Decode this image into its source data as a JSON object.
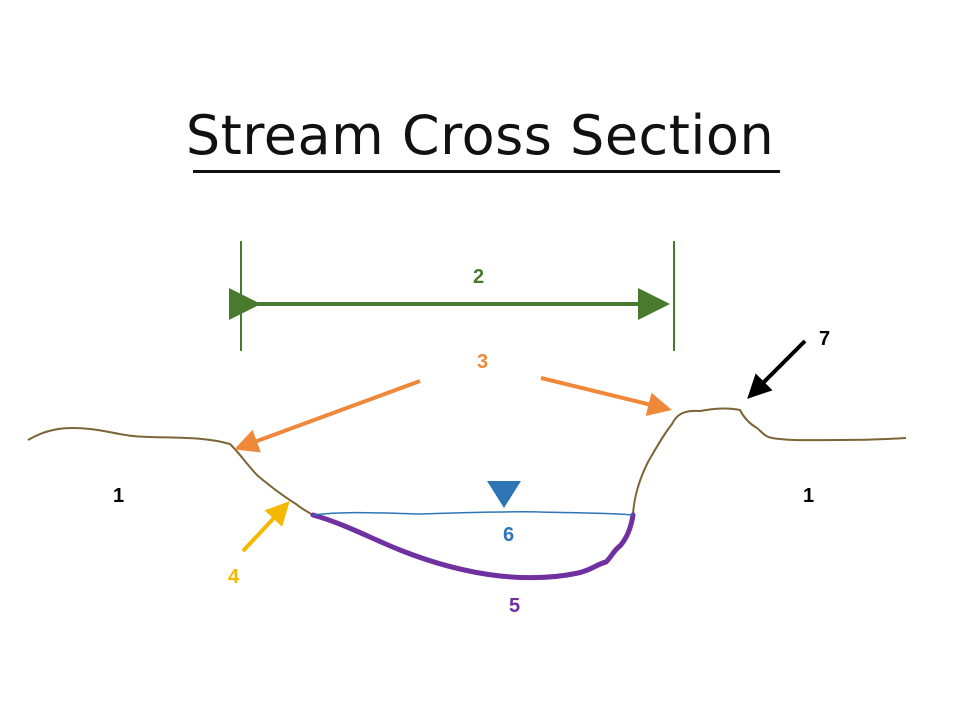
{
  "title": "Stream Cross Section",
  "labels": {
    "floodplain_left": "1",
    "floodplain_right": "1",
    "bankfull_width": "2",
    "banks": "3",
    "bank_toe": "4",
    "channel_bed": "5",
    "water_surface": "6",
    "bank_top": "7"
  },
  "colors": {
    "ground": "#7a6536",
    "green": "#4a7a2e",
    "orange": "#f0883a",
    "yellow": "#f5b800",
    "purple": "#7030a0",
    "blue": "#2e75b6",
    "black": "#000000"
  }
}
